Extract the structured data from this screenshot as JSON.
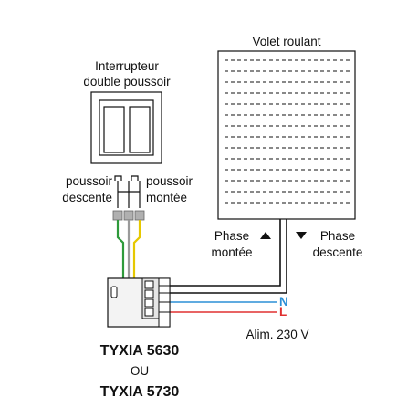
{
  "shutter": {
    "label": "Volet roulant"
  },
  "switch": {
    "label_line1": "Interrupteur",
    "label_line2": "double poussoir"
  },
  "pushbuttons": {
    "down_line1": "poussoir",
    "down_line2": "descente",
    "up_line1": "poussoir",
    "up_line2": "montée"
  },
  "phases": {
    "up_line1": "Phase",
    "up_line2": "montée",
    "down_line1": "Phase",
    "down_line2": "descente"
  },
  "power": {
    "neutral": "N",
    "live": "L",
    "label": "Alim. 230 V"
  },
  "module": {
    "model1": "TYXIA 5630",
    "or_text": "OU",
    "model2": "TYXIA 5730"
  },
  "colors": {
    "line": "#111111",
    "wire_green": "#2e9a3a",
    "wire_grey": "#9a9a9a",
    "wire_yellow": "#e6c800",
    "wire_neutral": "#2b8fd6",
    "wire_live": "#e03030",
    "module_body": "#f3f3f3"
  }
}
